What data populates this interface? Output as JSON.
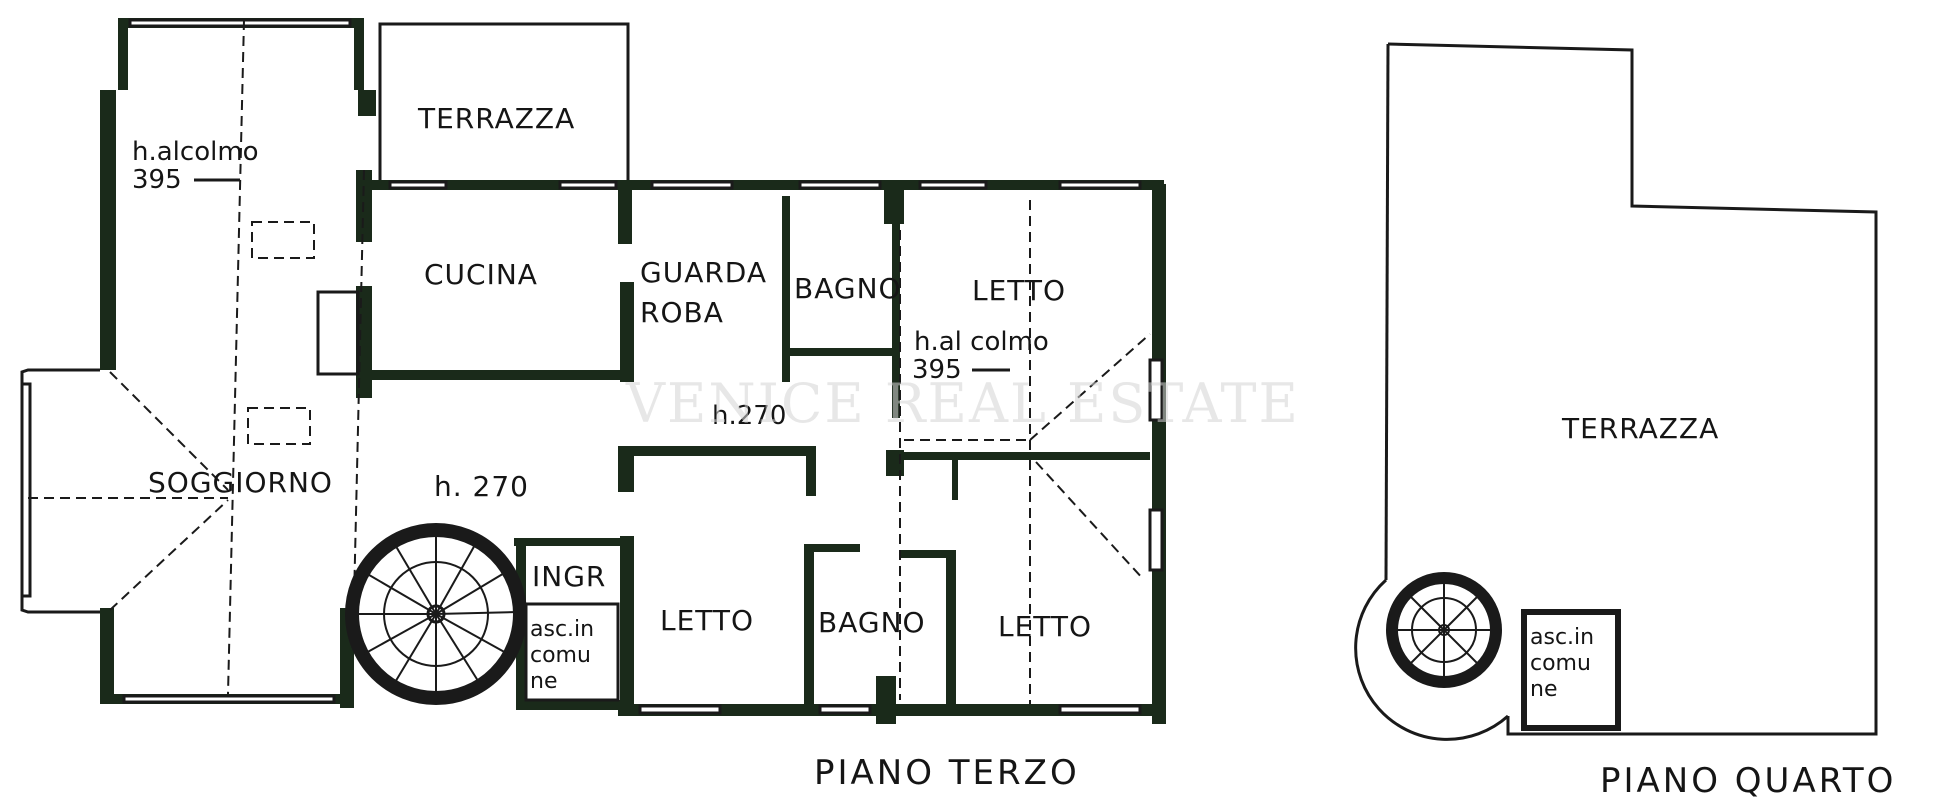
{
  "watermark": "VENICE REAL ESTATE",
  "piano_terzo": {
    "title": "PIANO TERZO",
    "rooms": {
      "terrazza": "TERRAZZA",
      "cucina": "CUCINA",
      "guardaroba_1": "GUARDA",
      "guardaroba_2": "ROBA",
      "bagno_top": "BAGNO",
      "letto_top": "LETTO",
      "soggiorno": "SOGGIORNO",
      "ingresso": "INGR",
      "letto_bottom_left": "LETTO",
      "bagno_bottom": "BAGNO",
      "letto_bottom_right": "LETTO"
    },
    "heights": {
      "soggiorno_colmo_1": "h.alcolmo",
      "soggiorno_colmo_2": "395",
      "soggiorno": "h. 270",
      "corridoio": "h.270",
      "letto_colmo_1": "h.al colmo",
      "letto_colmo_2": "395"
    },
    "ascensore": [
      "asc.in",
      "comu",
      "ne"
    ]
  },
  "piano_quarto": {
    "title": "PIANO QUARTO",
    "terrazza": "TERRAZZA",
    "ascensore": [
      "asc.in",
      "comu",
      "ne"
    ]
  }
}
